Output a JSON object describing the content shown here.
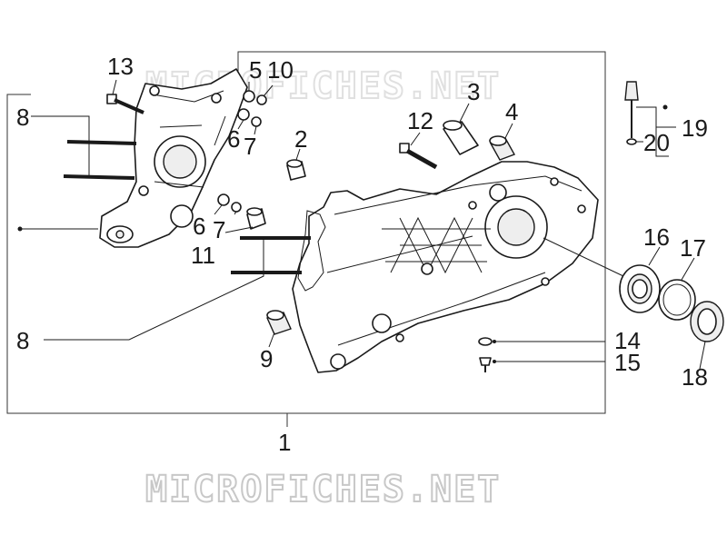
{
  "watermark": {
    "text": "MICROFICHES.NET"
  },
  "callouts": {
    "c1": "1",
    "c2": "2",
    "c3": "3",
    "c4": "4",
    "c5": "5",
    "c6a": "6",
    "c6b": "6",
    "c7a": "7",
    "c7b": "7",
    "c8a": "8",
    "c8b": "8",
    "c9": "9",
    "c10": "10",
    "c11": "11",
    "c12": "12",
    "c13": "13",
    "c14": "14",
    "c15": "15",
    "c16": "16",
    "c17": "17",
    "c18": "18",
    "c19": "19",
    "c20": "20"
  }
}
